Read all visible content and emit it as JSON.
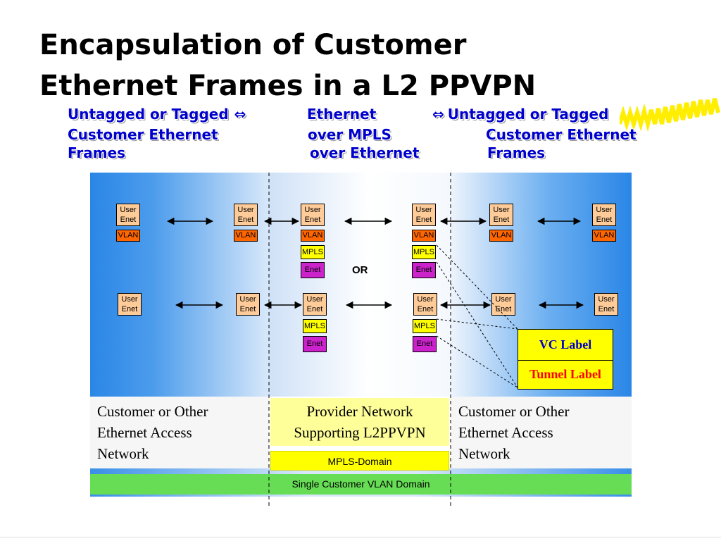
{
  "title": {
    "line1": "Encapsulation of Customer",
    "line2": "Ethernet Frames in a L2 PPVPN"
  },
  "subtitle": {
    "col1": [
      "Untagged or Tagged",
      "Customer Ethernet",
      "Frames"
    ],
    "col2": [
      "Ethernet",
      "over MPLS",
      "over Ethernet"
    ],
    "col3": [
      "Untagged or Tagged",
      "Customer Ethernet",
      "Frames"
    ],
    "arrow": "⇔"
  },
  "stack_labels": {
    "user_enet_1": "User",
    "user_enet_2": "Enet",
    "vlan": "VLAN",
    "mpls": "MPLS",
    "enet": "Enet"
  },
  "or_label": "OR",
  "label_stack": {
    "vc": "VC Label",
    "tunnel": "Tunnel Label"
  },
  "domains": {
    "left": [
      "Customer or Other",
      "Ethernet Access",
      "Network"
    ],
    "provider": [
      "Provider Network",
      "Supporting L2PPVPN"
    ],
    "right": [
      "Customer or Other",
      "Ethernet Access",
      "Network"
    ],
    "mpls_domain": "MPLS-Domain",
    "vlan_domain": "Single Customer VLAN Domain"
  },
  "colors": {
    "title": "#000000",
    "subtitle": "#0000cc",
    "user_enet": "#ffcc99",
    "vlan": "#ff6600",
    "mpls": "#ffff00",
    "enet": "#cc22cc",
    "vc_label": "#0000cc",
    "tunnel_label": "#ff0000",
    "mpls_domain": "#ffff00",
    "vlan_domain": "#66dd55",
    "provider_box": "#ffff99"
  }
}
